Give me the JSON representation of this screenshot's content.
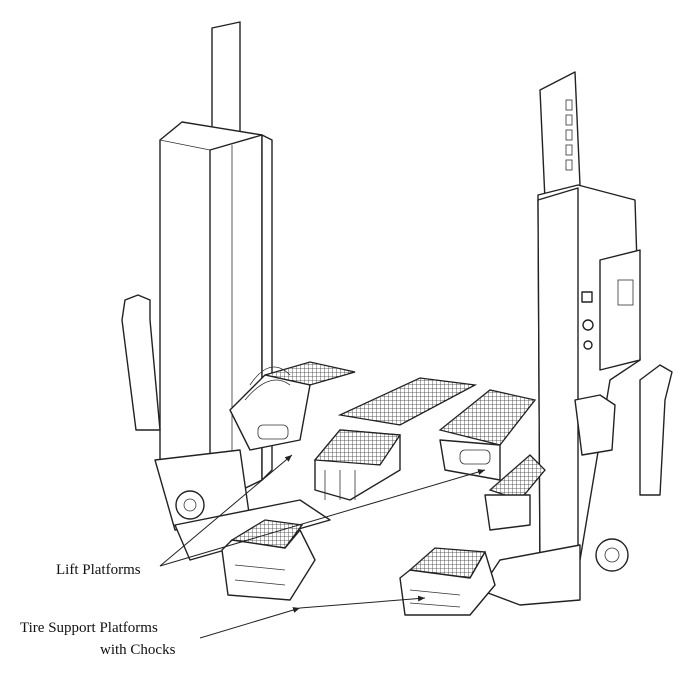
{
  "figure": {
    "labels": {
      "lift_platforms": "Lift Platforms",
      "tire_support_line1": "Tire Support Platforms",
      "tire_support_line2": "with Chocks"
    }
  }
}
